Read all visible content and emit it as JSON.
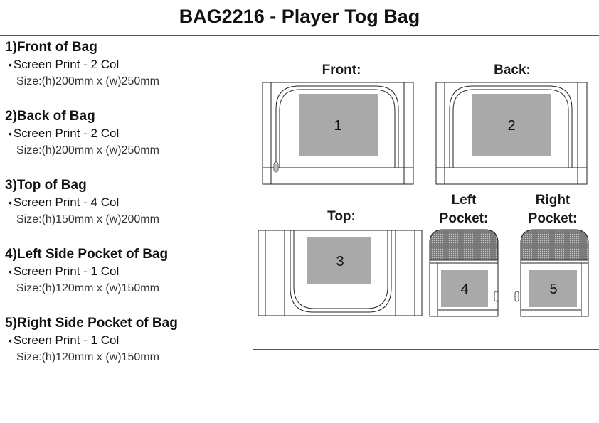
{
  "title": "BAG2216 - Player Tog Bag",
  "print_areas": [
    {
      "heading": "1)Front of Bag",
      "method": "Screen Print - 2 Col",
      "size": "Size:(h)200mm x (w)250mm"
    },
    {
      "heading": "2)Back of Bag",
      "method": "Screen Print - 2 Col",
      "size": "Size:(h)200mm x (w)250mm"
    },
    {
      "heading": "3)Top of Bag",
      "method": "Screen Print - 4 Col",
      "size": "Size:(h)150mm x (w)200mm"
    },
    {
      "heading": "4)Left Side Pocket of Bag",
      "method": "Screen Print - 1 Col",
      "size": "Size:(h)120mm x (w)150mm"
    },
    {
      "heading": "5)Right Side Pocket of Bag",
      "method": "Screen Print - 1 Col",
      "size": "Size:(h)120mm x (w)150mm"
    }
  ],
  "bullet": "•",
  "views": {
    "front": {
      "label": "Front:",
      "zone": "1"
    },
    "back": {
      "label": "Back:",
      "zone": "2"
    },
    "top": {
      "label": "Top:",
      "zone": "3"
    },
    "left_pocket": {
      "label_line1": "Left",
      "label_line2": "Pocket:",
      "zone": "4"
    },
    "right_pocket": {
      "label_line1": "Right",
      "label_line2": "Pocket:",
      "zone": "5"
    }
  },
  "colors": {
    "print_zone": "#a9a9a9",
    "mesh": "#6b6b6b",
    "outline": "#222222"
  }
}
